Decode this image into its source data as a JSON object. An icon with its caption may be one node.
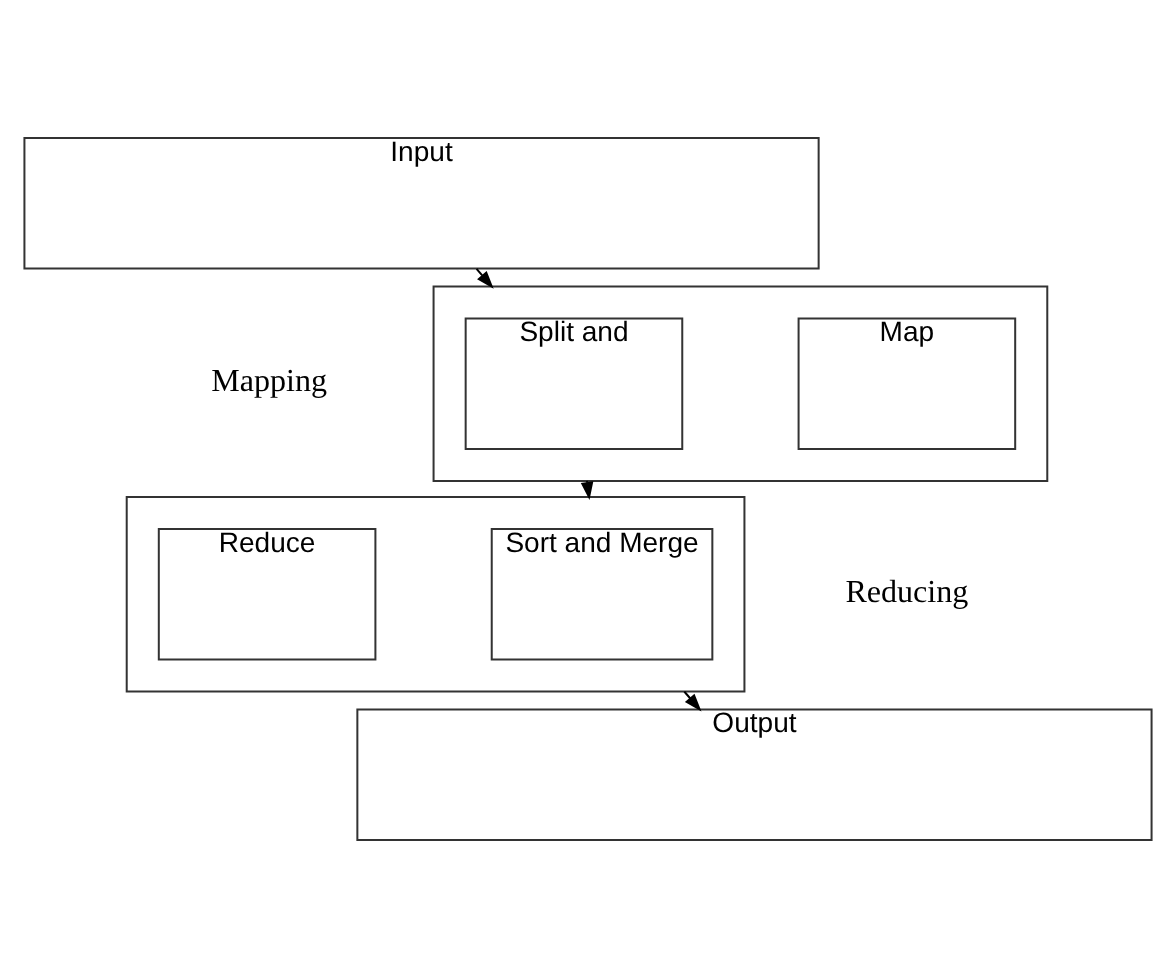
{
  "diagram": {
    "nodes": [
      {
        "text": [
          "Input"
        ]
      },
      {
        "text": [],
        "shape": "box",
        "beside": [
          "Mapping"
        ]
      },
      {
        "text": [
          "Split and"
        ],
        "in": 1
      },
      {
        "text": [
          "Map"
        ],
        "in": 1
      },
      {
        "text": [],
        "shape": "box",
        "beside": [
          "Reducing"
        ]
      },
      {
        "text": [
          "Sort and Merge"
        ],
        "in": 4
      },
      {
        "text": [
          "Reduce"
        ],
        "in": 4
      },
      {
        "text": [
          "Output"
        ]
      }
    ],
    "edges": [
      {
        "from": 0,
        "to": 1,
        "arrow": "to"
      },
      {
        "from": 1,
        "to": 4,
        "arrow": "to"
      },
      {
        "from": 4,
        "to": 7,
        "arrow": "to"
      }
    ]
  }
}
